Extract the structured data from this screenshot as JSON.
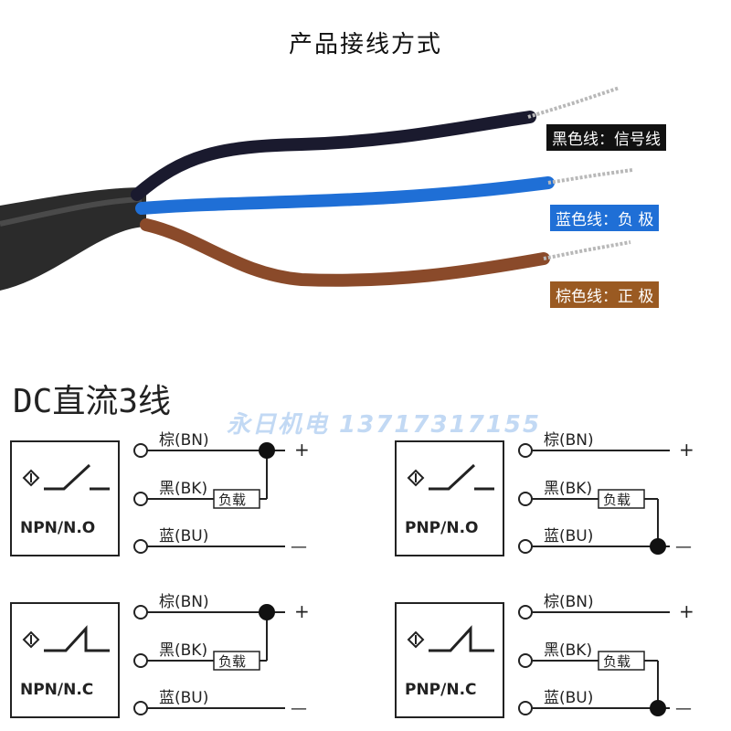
{
  "title": "产品接线方式",
  "wire_labels": {
    "black": "黑色线：信号线",
    "blue": "蓝色线：负 极",
    "brown": "棕色线：正 极"
  },
  "section_title": "DC直流3线",
  "watermark": "永日机电  13717317155",
  "colors": {
    "black_wire": "#1a1a2e",
    "blue_wire": "#1f6fd6",
    "brown_wire": "#8a4a2a",
    "cable_sheath": "#2a2a2a",
    "tag_black": "#111111",
    "tag_blue": "#1f6fd6",
    "tag_brown": "#9a5a22"
  },
  "terminals": {
    "brown": "棕(BN)",
    "black": "黑(BK)",
    "blue": "蓝(BU)"
  },
  "load_label": "负载",
  "plus": "+",
  "minus": "—",
  "diagrams": [
    {
      "model": "NPN/N.O"
    },
    {
      "model": "PNP/N.O"
    },
    {
      "model": "NPN/N.C"
    },
    {
      "model": "PNP/N.C"
    }
  ]
}
